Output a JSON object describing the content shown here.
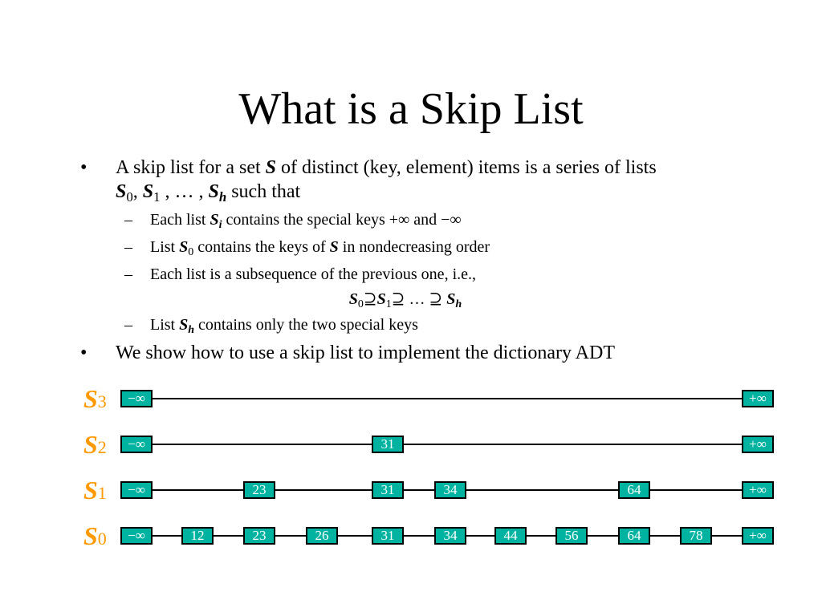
{
  "title": "What is a Skip List",
  "bullet1": {
    "marker": "•",
    "p1": "A skip list for a set ",
    "S": "S",
    "p2": " of distinct (key, element) items is a series of lists",
    "s0": "S",
    "s0_sub": "0",
    "comma1": ", ",
    "s1": "S",
    "s1_sub": "1",
    "ellipsis": " , … , ",
    "sh": "S",
    "sh_sub": "h",
    "p3": " such that"
  },
  "sub1": {
    "marker": "–",
    "p1": "Each list ",
    "s": "S",
    "s_sub": "i",
    "p2": " contains the special keys +∞ and −∞"
  },
  "sub2": {
    "marker": "–",
    "p1": "List ",
    "s": "S",
    "s_sub": "0",
    "p2": " contains the keys of ",
    "S": "S",
    "p3": " in nondecreasing order"
  },
  "sub3": {
    "marker": "–",
    "p1": "Each list is a subsequence of the previous one, i.e.,",
    "formula": {
      "s0": "S",
      "s0_sub": "0",
      "sup1": "⊇",
      "s1": "S",
      "s1_sub": "1",
      "sup2": "⊇  … ⊇",
      "sh": "S",
      "sh_sub": "h"
    }
  },
  "sub4": {
    "marker": "–",
    "p1": "List ",
    "s": "S",
    "s_sub": "h",
    "p2": " contains only the two special keys"
  },
  "bullet2": {
    "marker": "•",
    "text": "We show how to use a skip list to implement the dictionary ADT"
  },
  "colors": {
    "node_fill": "#00b3a1",
    "label": "#ff9900",
    "line": "#000000"
  },
  "skip_list": {
    "rows": [
      {
        "letter": "S",
        "index": "3",
        "nodes": [
          {
            "label": "−∞",
            "slot": 0
          },
          {
            "label": "+∞",
            "slot": 10
          }
        ]
      },
      {
        "letter": "S",
        "index": "2",
        "nodes": [
          {
            "label": "−∞",
            "slot": 0
          },
          {
            "label": "31",
            "slot": 4
          },
          {
            "label": "+∞",
            "slot": 10
          }
        ]
      },
      {
        "letter": "S",
        "index": "1",
        "nodes": [
          {
            "label": "−∞",
            "slot": 0
          },
          {
            "label": "23",
            "slot": 2
          },
          {
            "label": "31",
            "slot": 4
          },
          {
            "label": "34",
            "slot": 5
          },
          {
            "label": "64",
            "slot": 8
          },
          {
            "label": "+∞",
            "slot": 10
          }
        ]
      },
      {
        "letter": "S",
        "index": "0",
        "nodes": [
          {
            "label": "−∞",
            "slot": 0
          },
          {
            "label": "12",
            "slot": 1
          },
          {
            "label": "23",
            "slot": 2
          },
          {
            "label": "26",
            "slot": 3
          },
          {
            "label": "31",
            "slot": 4
          },
          {
            "label": "34",
            "slot": 5
          },
          {
            "label": "44",
            "slot": 6
          },
          {
            "label": "56",
            "slot": 7
          },
          {
            "label": "64",
            "slot": 8
          },
          {
            "label": "78",
            "slot": 9
          },
          {
            "label": "+∞",
            "slot": 10
          }
        ]
      }
    ]
  }
}
